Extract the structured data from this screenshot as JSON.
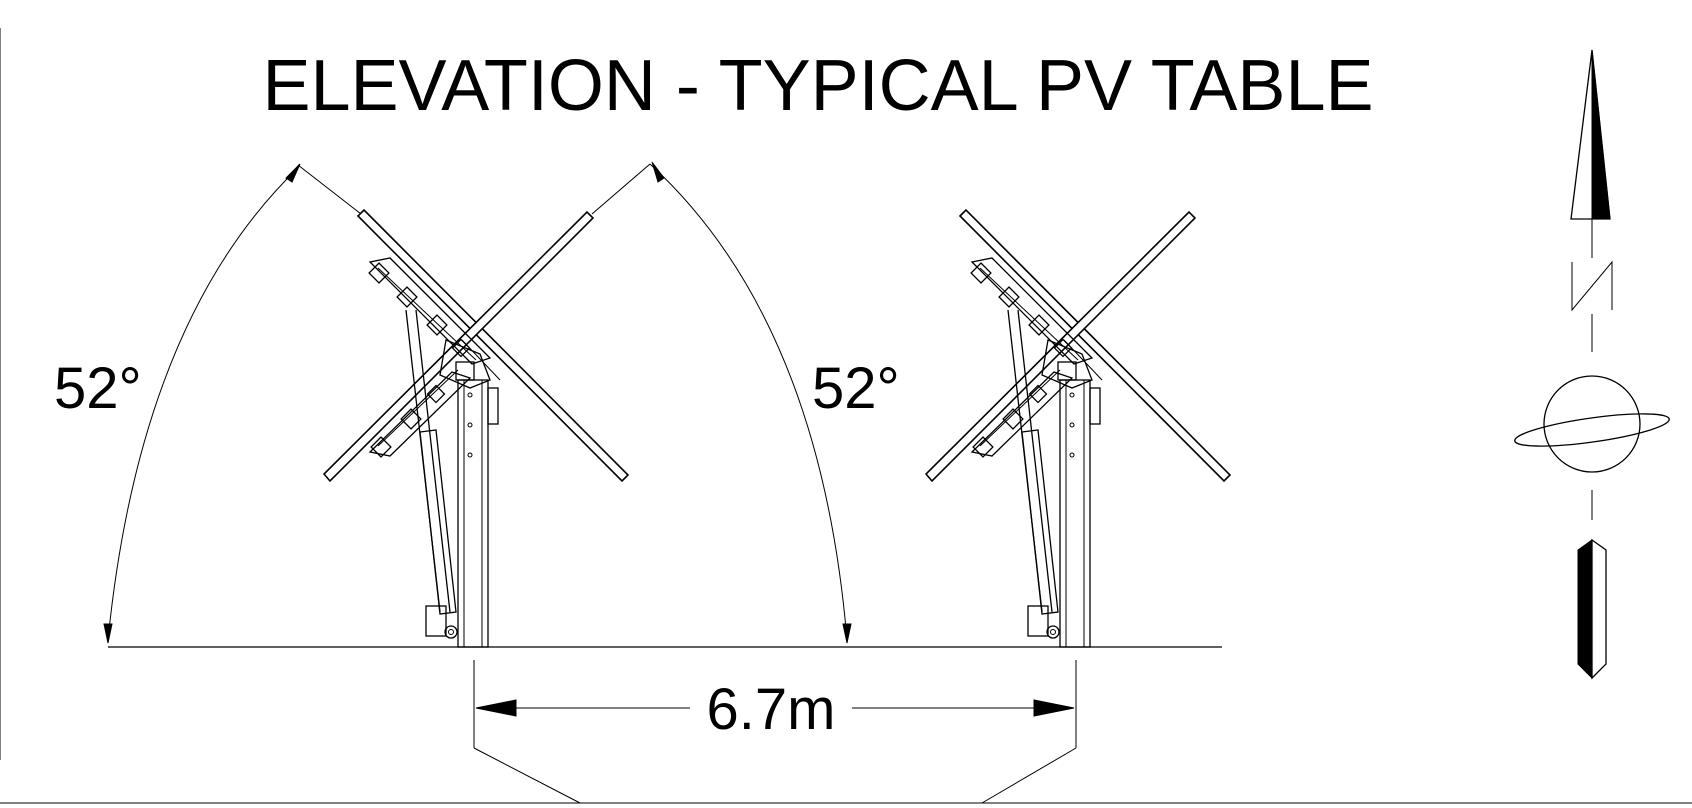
{
  "drawing": {
    "title": "ELEVATION - TYPICAL PV TABLE",
    "angle_left": "52°",
    "angle_right": "52°",
    "spacing": "6.7m",
    "north_label": "N"
  },
  "colors": {
    "line": "#000000",
    "background": "#ffffff"
  }
}
